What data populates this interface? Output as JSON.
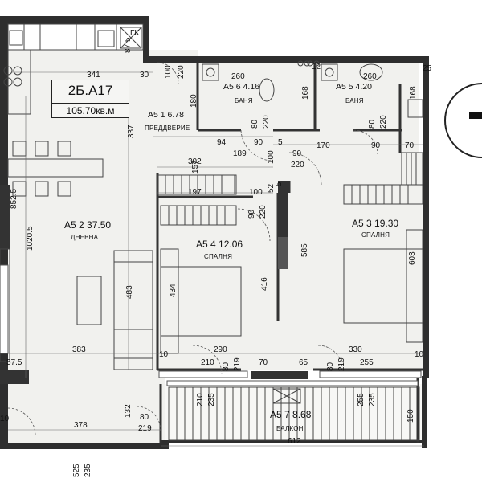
{
  "apartment": {
    "code": "2Б.А17",
    "area": "105.70кв.м"
  },
  "rooms": [
    {
      "id": "living",
      "label": "А5 2 37.50",
      "name": "ДНЕВНА"
    },
    {
      "id": "hall",
      "label": "А5 1   6.78",
      "name": "ПРЕДДВЕРИЕ"
    },
    {
      "id": "bath1",
      "label": "А5 6 4.16",
      "name": "БАНЯ"
    },
    {
      "id": "bath2",
      "label": "А5 5 4.20",
      "name": "БАНЯ"
    },
    {
      "id": "bed1",
      "label": "А5 4 12.06",
      "name": "СПАЛНЯ"
    },
    {
      "id": "bed2",
      "label": "А5 3 19.30",
      "name": "СПАЛНЯ"
    },
    {
      "id": "balcony",
      "label": "А5 7 8.68",
      "name": "БАЛКОН"
    }
  ],
  "dims": {
    "d341": "341",
    "d30": "30",
    "d100a": "100",
    "d220a": "220",
    "d180": "180",
    "d87_5": "87.5",
    "d260a": "260",
    "d12": "12",
    "d260b": "260",
    "d25": "25",
    "d168a": "168",
    "d168b": "168",
    "d80a": "80",
    "d220b": "220",
    "d80b": "80",
    "d220c": "220",
    "d337": "337",
    "d94": "94",
    "d90a": "90",
    "d5a": "5",
    "d189": "189",
    "d90b": "90",
    "d170": "170",
    "d90c": "90",
    "d70a": "70",
    "d220d": "220",
    "d302": "302",
    "d100b": "100",
    "d157": "157",
    "d197": "197",
    "d100c": "100",
    "d52": "52",
    "d5b": "5",
    "d90d": "90",
    "d220e": "220",
    "d852_5": "852.5",
    "d1020_5": "1020.5",
    "d585": "585",
    "d603": "603",
    "d483": "483",
    "d434": "434",
    "d416": "416",
    "d383": "383",
    "d290": "290",
    "d330": "330",
    "d10a": "10",
    "d10b": "10",
    "d210a": "210",
    "d80c": "80",
    "d219a": "219",
    "d70b": "70",
    "d65": "65",
    "d80d": "80",
    "d219b": "219",
    "d255a": "255",
    "d57_5": "57.5",
    "d210b": "210",
    "d235a": "235",
    "d255b": "255",
    "d235b": "235",
    "d150": "150",
    "d132": "132",
    "d80e": "80",
    "d219c": "219",
    "d378": "378",
    "d10c": "10",
    "d612": "612",
    "d525": "525",
    "d235c": "235",
    "gk": "ГК"
  }
}
